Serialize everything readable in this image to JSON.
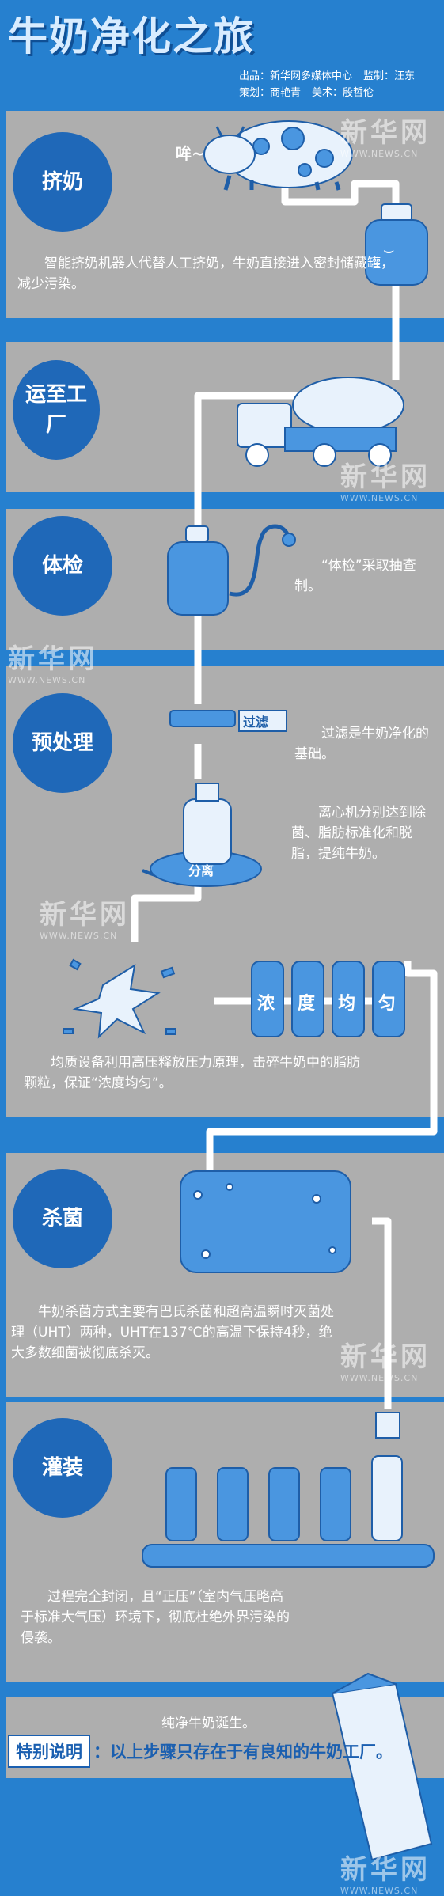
{
  "title": "牛奶净化之旅",
  "credits": {
    "publish": "出品：新华网多媒体中心",
    "supervise": "监制：汪东",
    "plan": "策划：商艳青",
    "art": "美术：殷哲伦"
  },
  "watermark": {
    "cn": "新华网",
    "en": "WWW.NEWS.CN"
  },
  "moo": "哞~",
  "steps": [
    {
      "title": "挤奶",
      "desc": "智能挤奶机器人代替人工挤奶，牛奶直接进入密封储藏罐，减少污染。"
    },
    {
      "title": "运至工厂",
      "desc": ""
    },
    {
      "title": "体检",
      "desc": "“体检”采取抽查制。"
    },
    {
      "title": "预处理",
      "desc_filter": "过滤是牛奶净化的基础。",
      "desc_centrifuge": "离心机分别达到除菌、脂肪标准化和脱脂，提纯牛奶。",
      "desc_homogenize": "均质设备利用高压释放压力原理，击碎牛奶中的脂肪颗粒，保证“浓度均匀”。",
      "filter_label": "过滤",
      "centrifuge_label": "分离",
      "bottle_chars": [
        "浓",
        "度",
        "均",
        "匀"
      ]
    },
    {
      "title": "杀菌",
      "desc": "牛奶杀菌方式主要有巴氏杀菌和超高温瞬时灭菌处理（UHT）两种，UHT在137℃的高温下保持4秒，绝大多数细菌被彻底杀灭。"
    },
    {
      "title": "灌装",
      "desc": "过程完全封闭，且“正压”（室内气压略高于标准大气压）环境下，彻底杜绝外界污染的侵袭。"
    }
  ],
  "final": {
    "desc": "纯净牛奶诞生。"
  },
  "note": {
    "label": "特别说明",
    "text": "：以上步骤只存在于有良知的牛奶工厂。"
  },
  "colors": {
    "background": "#2680cf",
    "panel": "#aeaeae",
    "circle": "#1f68b8",
    "pipe": "#ffffff",
    "art": "#4a96e0"
  }
}
